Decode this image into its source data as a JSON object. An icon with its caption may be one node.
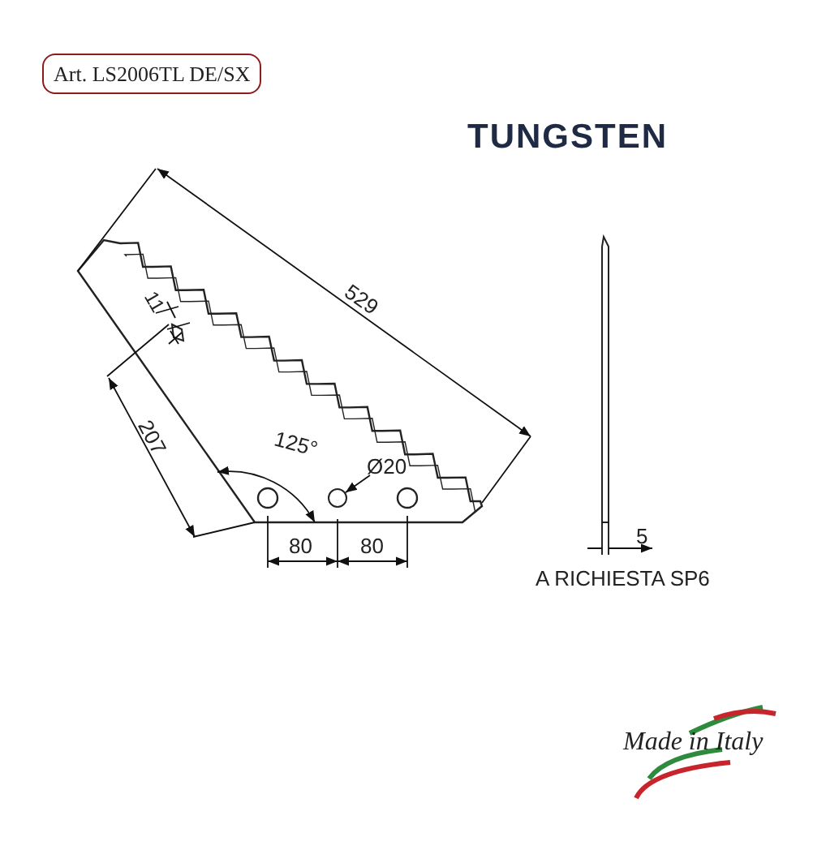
{
  "diagram": {
    "nodes": [
      {
        "text": [
          "Art. LS2006TL DE/SX"
        ]
      },
      {
        "text": [
          "Ø20"
        ]
      },
      {
        "text": [],
        "shape": "circle"
      }
    ],
    "edges": [
      {
        "from": 1,
        "to": 2,
        "arrow": "to"
      }
    ],
    "labels": [
      "TUNGSTEN",
      "529",
      "11",
      "207",
      "125°",
      "80",
      "80",
      "5",
      "A RICHIESTA SP6",
      "Made in Italy"
    ]
  }
}
